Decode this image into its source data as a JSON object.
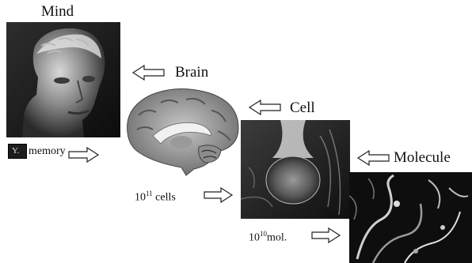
{
  "figure": {
    "levels": [
      {
        "id": "mind",
        "label": "Mind"
      },
      {
        "id": "brain",
        "label": "Brain"
      },
      {
        "id": "cell",
        "label": "Cell"
      },
      {
        "id": "molecule",
        "label": "Molecule"
      }
    ],
    "annotations": {
      "memory_badge": "Y.",
      "memory": "memory",
      "cells_base": "10",
      "cells_exp": "11",
      "cells_unit": "cells",
      "mol_base": "10",
      "mol_exp": "10",
      "mol_unit": "mol."
    }
  }
}
